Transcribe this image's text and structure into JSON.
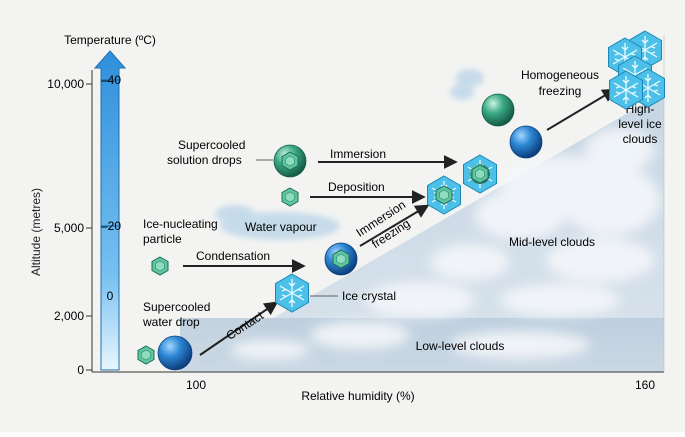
{
  "axes": {
    "y_title": "Altitude (metres)",
    "x_title": "Relative humidity (%)",
    "y_ticks": [
      "10,000",
      "5,000",
      "2,000",
      "0"
    ],
    "x_ticks": [
      "100",
      "160"
    ]
  },
  "temperature": {
    "title": "Temperature (ºC)",
    "ticks": [
      "–40",
      "–20",
      "0"
    ]
  },
  "clouds": {
    "high": [
      "High-",
      "level ice",
      "clouds"
    ],
    "mid": "Mid-level clouds",
    "low": "Low-level clouds"
  },
  "labels": {
    "supercooled_water_drop": [
      "Supercooled",
      "water drop"
    ],
    "contact": "Contact",
    "ice_crystal": "Ice crystal",
    "ice_nucleating_particle": [
      "Ice-nucleating",
      "particle"
    ],
    "condensation": "Condensation",
    "water_vapour": "Water vapour",
    "immersion_freezing": [
      "Immersion",
      "freezing"
    ],
    "supercooled_solution_drops": [
      "Supercooled",
      "solution drops"
    ],
    "deposition": "Deposition",
    "immersion": "Immersion",
    "homogeneous_freezing": [
      "Homogeneous",
      "freezing"
    ]
  },
  "colors": {
    "thermometer": "#3d9be0",
    "cloud_band": "#b8c8d6",
    "sky": "#cfdce8",
    "particle": "#5fc4a0",
    "drop": "#1d6fb8",
    "green_drop": "#2f9e7a",
    "ice": "#4cc0e8",
    "arrow": "#222222"
  }
}
